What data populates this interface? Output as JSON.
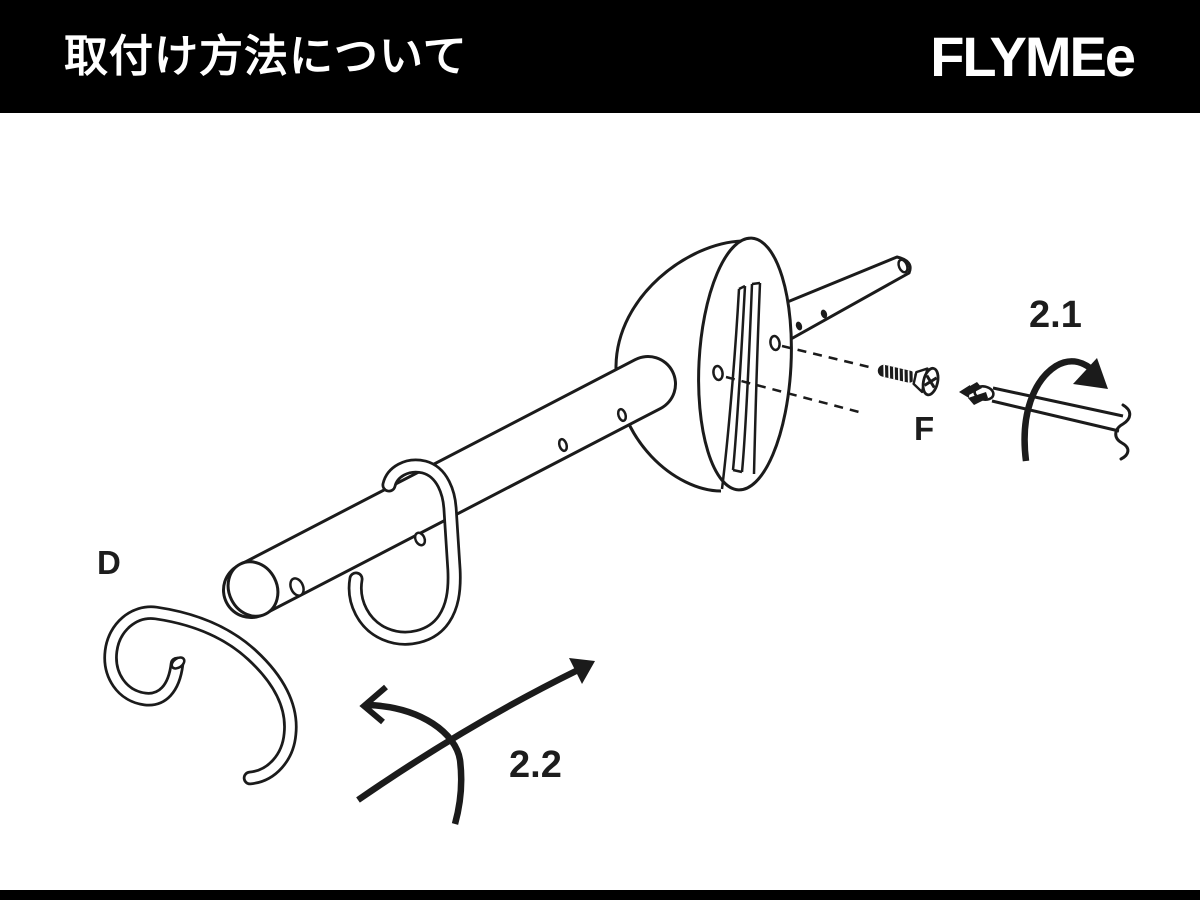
{
  "header": {
    "title": "取付け方法について",
    "brand": "FLYMEe"
  },
  "colors": {
    "header_bg": "#000000",
    "header_text": "#ffffff",
    "background": "#ffffff",
    "line": "#1b1b1b"
  },
  "diagram": {
    "part_labels": {
      "hook": "D",
      "screw": "F"
    },
    "step_labels": {
      "rotate_screwdriver": "2.1",
      "swing_hook": "2.2"
    }
  }
}
